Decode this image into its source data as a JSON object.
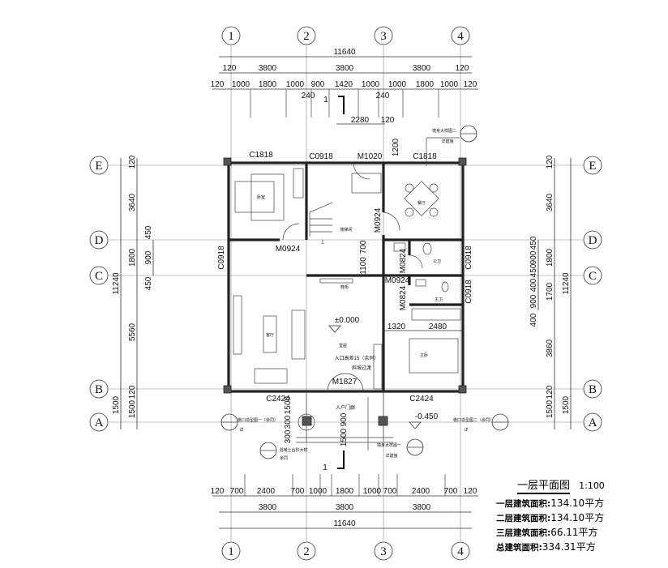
{
  "axes": {
    "vertical": [
      "1",
      "2",
      "3",
      "4"
    ],
    "horizontal": [
      "E",
      "D",
      "C",
      "B",
      "A"
    ]
  },
  "dims": {
    "top_total": "11640",
    "top_mid": [
      "120",
      "3800",
      "3800",
      "3800",
      "120"
    ],
    "top_fine": [
      "120",
      "1000",
      "1800",
      "1000",
      "900",
      "1420",
      "1000",
      "1000",
      "1800",
      "1000",
      "120"
    ],
    "top_extra": [
      "240",
      "240",
      "2280",
      "120",
      "1200"
    ],
    "bottom_fine": [
      "120",
      "700",
      "2400",
      "700",
      "1000",
      "1800",
      "1000",
      "700",
      "2400",
      "700",
      "120"
    ],
    "bottom_mid": [
      "3800",
      "3800",
      "3800"
    ],
    "bottom_total": "11640",
    "left_total": "11240",
    "left_mid": [
      "120",
      "3640",
      "1800",
      "5560",
      "120",
      "1500"
    ],
    "left_outer_bottom": "1500",
    "left_fine": [
      "450",
      "900",
      "450"
    ],
    "right_total": "11240",
    "right_outer_bottom": "1500",
    "right_mid": [
      "120",
      "3640",
      "1800",
      "1700",
      "3860",
      "120",
      "1500"
    ],
    "right_fine": [
      "450",
      "900",
      "450",
      "400",
      "900",
      "400"
    ],
    "inner": [
      "700",
      "1100",
      "1320",
      "2480",
      "1500",
      "300",
      "300",
      "1500",
      "900"
    ]
  },
  "openings": {
    "c1818_left": "C1818",
    "c0918_top": "C0918",
    "m1020": "M1020",
    "c1818_right": "C1818",
    "m0924_bed": "M0924",
    "m0924_stair": "M0924",
    "c0918_left": "C0918",
    "c0918_right1": "C0918",
    "m0824_1": "M0824",
    "m0924_bath": "M0924",
    "m0824_2": "M0824",
    "c0918_right2": "C0918",
    "m1827": "M1827",
    "c2424_left": "C2424",
    "c2424_right": "C2424"
  },
  "rooms": {
    "bedroom": "卧室",
    "stair": "楼梯间",
    "dining": "餐厅",
    "bath1": "公卫",
    "bath2": "主卫",
    "shoe": "鞋柜",
    "living": "客厅",
    "hall": "堂屋",
    "master": "主卧",
    "porch": "入户门廊"
  },
  "levels": {
    "floor": "±0.000",
    "outside": "-0.450"
  },
  "notes": {
    "entrance_diff": "入口高差15（余同）",
    "ramp": "斜坡过渡",
    "wall_detail2": "墙身大样图二",
    "wall_detail2_ref": "详建施",
    "wall_detail1": "墙身大样图一",
    "wall_detail1_ref": "详建施",
    "eave_detail1": "檐口造型图一（余同）",
    "eave_detail1_ref": "详",
    "eave_detail2": "檐口造型图二（余同）",
    "eave_detail2_ref": "详",
    "step_detail": "混凝土台阶大样",
    "step_detail_ref": "余同",
    "section_mark": "1",
    "up": "上"
  },
  "legend": {
    "title": "一层平面图",
    "scale": "1:100",
    "areas": [
      {
        "label": "一层建筑面积:",
        "value": "134.10平方"
      },
      {
        "label": "二层建筑面积:",
        "value": "134.10平方"
      },
      {
        "label": "三层建筑面积:",
        "value": "66.11平方"
      },
      {
        "label": "总建筑面积:",
        "value": "334.31平方"
      }
    ]
  }
}
